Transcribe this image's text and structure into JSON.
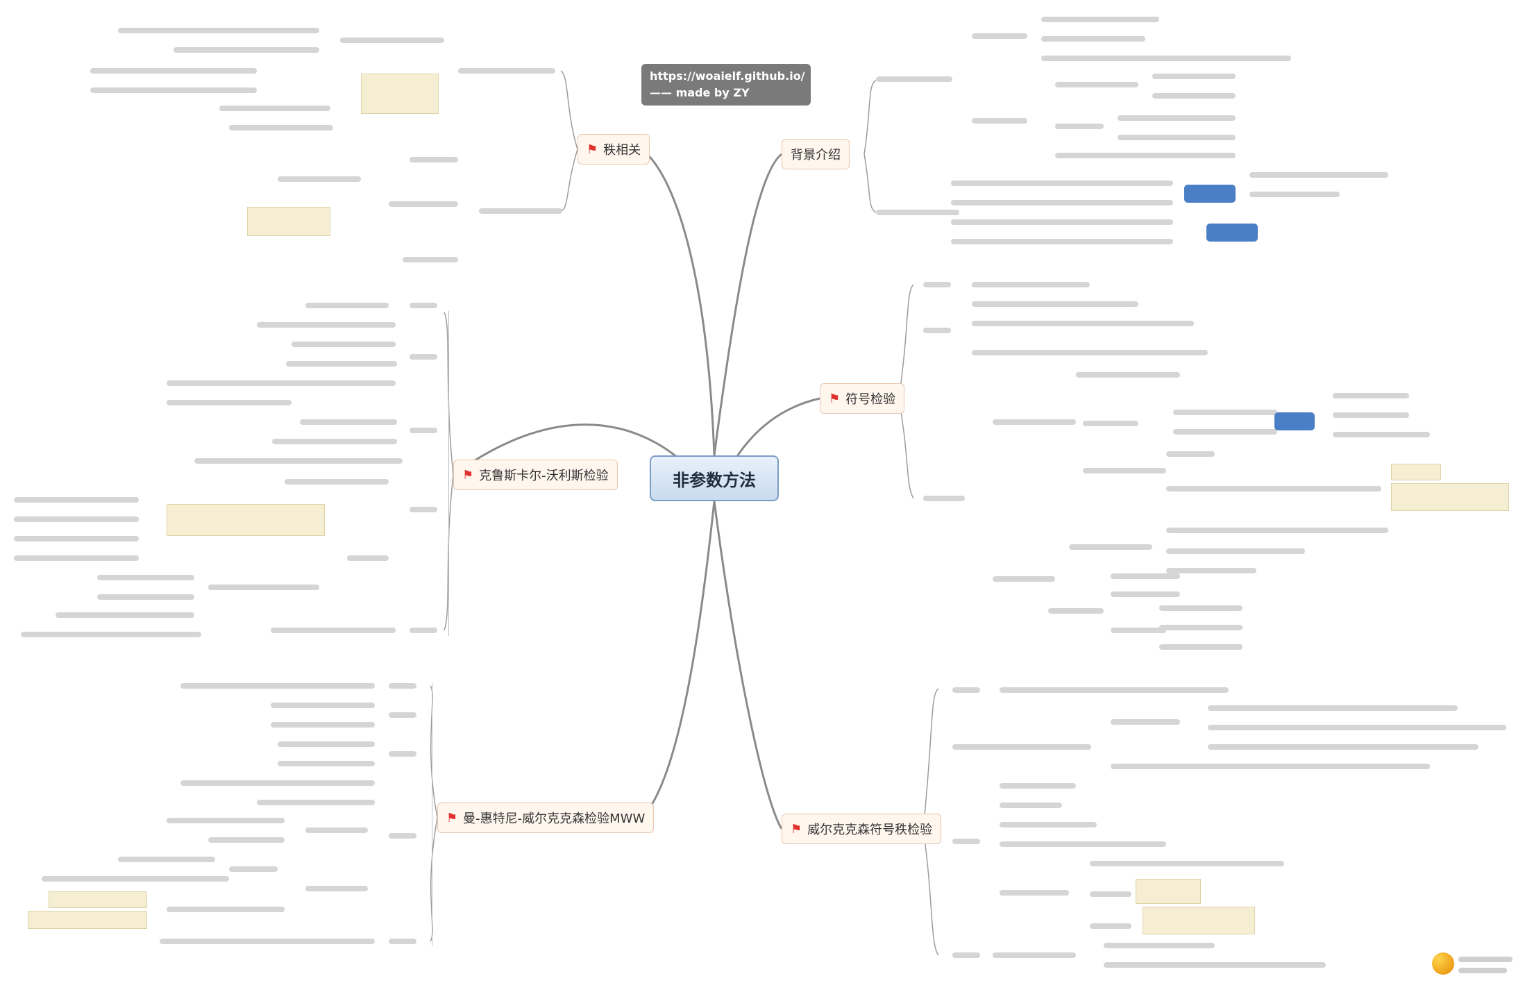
{
  "center_title": "非参数方法",
  "url_box": {
    "line1": "https://woaielf.github.io/",
    "line2": "—— made by ZY"
  },
  "branches": {
    "background": "背景介绍",
    "rank_correlation": "秩相关",
    "sign_test": "符号检验",
    "kruskal_wallis": "克鲁斯卡尔-沃利斯检验",
    "mann_whitney": "曼-惠特尼-威尔克克森检验MWW",
    "wilcoxon_signed_rank": "威尔克克森符号秩检验"
  },
  "colors": {
    "flag": "#e0312f",
    "center_border": "#7a9cc4",
    "branch_fill": "#fff6ee",
    "edge": "#8a8a8a",
    "badge": "#4a7fc6"
  },
  "icons": {
    "branch_marker": "red-flag-icon",
    "logo": "site-logo"
  }
}
